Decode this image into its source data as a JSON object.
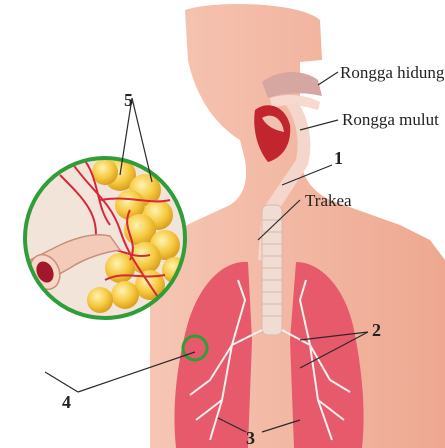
{
  "labels": {
    "nasal_cavity": "Rongga hidung",
    "oral_cavity": "Rongga mulut",
    "trachea": "Trakea",
    "n1": "1",
    "n2": "2",
    "n3": "3",
    "n4": "4",
    "n5": "5"
  },
  "colors": {
    "skin": "#f3b9a6",
    "skin_dark": "#e89c86",
    "lung": "#e65a6b",
    "lung_dark": "#c73e52",
    "trachea": "#f0dcd2",
    "alveoli": "#f6c940",
    "alveoli_light": "#fbe38a",
    "vessel": "#d7283a",
    "circle": "#2f9e3a",
    "line": "#2a2a2a"
  }
}
